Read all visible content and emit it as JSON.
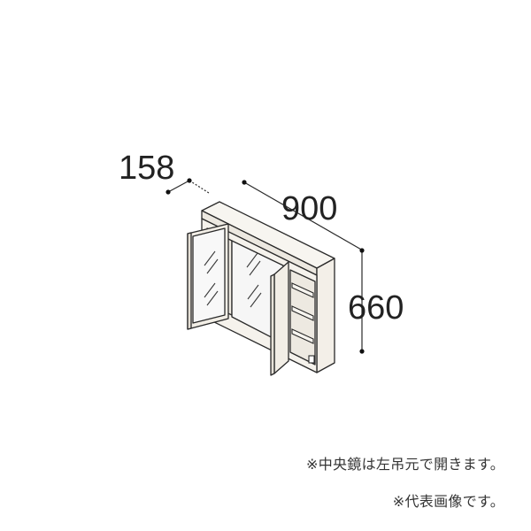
{
  "dimensions": {
    "depth": "158",
    "width": "900",
    "height": "660"
  },
  "notes": [
    "※中央鏡は左吊元で開きます。",
    "※代表画像です。"
  ],
  "colors": {
    "line": "#2a2a2a",
    "frame_fill": "#f5f2ec",
    "mirror_fill": "#f4f4f4",
    "text": "#222222"
  }
}
